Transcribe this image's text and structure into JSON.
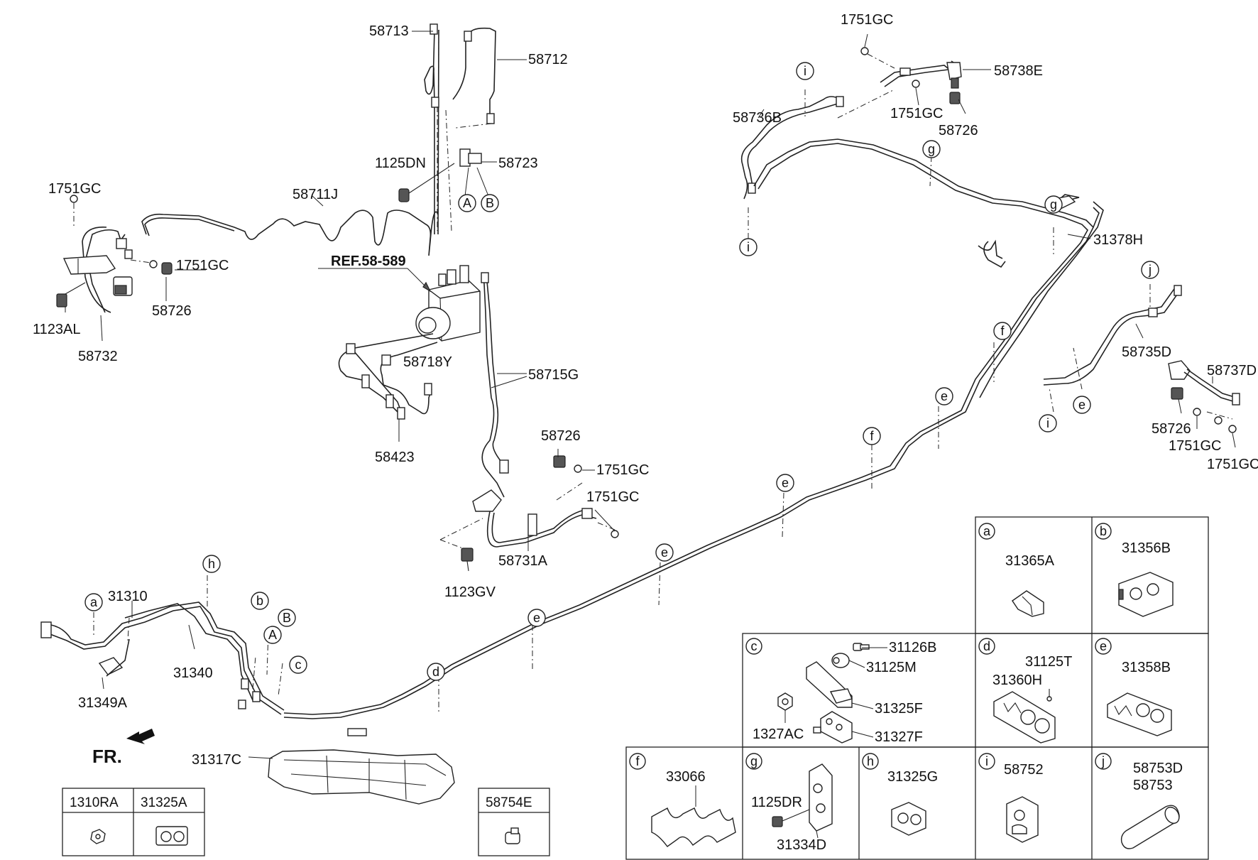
{
  "ref_label": "REF.58-589",
  "fr_label": "FR.",
  "parts": {
    "p58713": "58713",
    "p58712": "58712",
    "p1125DN": "1125DN",
    "p58723": "58723",
    "p1751GC_left": "1751GC",
    "p58711J": "58711J",
    "p1751GC_left2": "1751GC",
    "p1123AL": "1123AL",
    "p58726_left": "58726",
    "p58732": "58732",
    "p58718Y": "58718Y",
    "p58715G": "58715G",
    "p58423": "58423",
    "p58726_mid": "58726",
    "p1751GC_mid1": "1751GC",
    "p1751GC_mid2": "1751GC",
    "p58731A": "58731A",
    "p1123GV": "1123GV",
    "p1751GC_top": "1751GC",
    "p58738E": "58738E",
    "p1751GC_top2": "1751GC",
    "p58726_top": "58726",
    "p58736B": "58736B",
    "p31378H": "31378H",
    "p58735D": "58735D",
    "p58737D": "58737D",
    "p58726_right": "58726",
    "p1751GC_right1": "1751GC",
    "p1751GC_right2": "1751GC",
    "p31310": "31310",
    "p31340": "31340",
    "p31349A": "31349A",
    "p31317C": "31317C"
  },
  "callouts": {
    "A": "A",
    "B": "B",
    "a": "a",
    "b": "b",
    "c": "c",
    "d": "d",
    "e": "e",
    "f": "f",
    "g": "g",
    "h": "h",
    "i": "i",
    "j": "j"
  },
  "table_left": {
    "col1": "1310RA",
    "col2": "31325A"
  },
  "table_mid": {
    "col1": "58754E"
  },
  "detail_boxes": {
    "a": {
      "letter": "a",
      "parts": [
        "31365A"
      ]
    },
    "b": {
      "letter": "b",
      "parts": [
        "31356B"
      ]
    },
    "c": {
      "letter": "c",
      "parts": [
        "31126B",
        "31125M",
        "31325F",
        "1327AC",
        "31327F"
      ]
    },
    "d": {
      "letter": "d",
      "parts": [
        "31125T",
        "31360H"
      ]
    },
    "e": {
      "letter": "e",
      "parts": [
        "31358B"
      ]
    },
    "f": {
      "letter": "f",
      "parts": [
        "33066"
      ]
    },
    "g": {
      "letter": "g",
      "parts": [
        "1125DR",
        "31334D"
      ]
    },
    "h": {
      "letter": "h",
      "parts": [
        "31325G"
      ]
    },
    "i": {
      "letter": "i",
      "parts": [
        "58752"
      ]
    },
    "j": {
      "letter": "j",
      "parts": [
        "58753D",
        "58753"
      ]
    }
  }
}
